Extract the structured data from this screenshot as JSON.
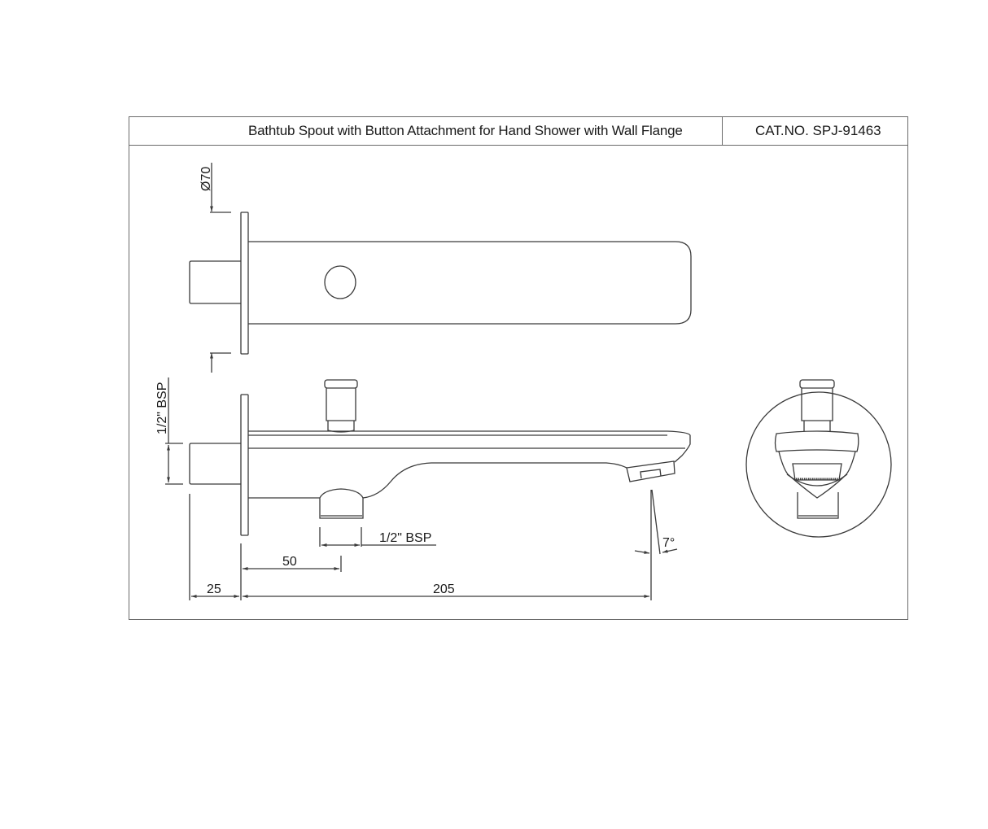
{
  "title_block": {
    "title": "Bathtub Spout with Button Attachment for Hand Shower with Wall Flange",
    "catalog_number": "CAT.NO. SPJ-91463"
  },
  "dimensions": {
    "flange_diameter": "Ø70",
    "inlet_thread": "1/2\" BSP",
    "outlet_thread": "1/2\" BSP",
    "outlet_offset": "50",
    "inlet_length": "25",
    "spout_projection": "205",
    "spout_angle": "7°"
  },
  "views": {
    "top_view": "plan",
    "side_view": "elevation",
    "front_view": "end-detail-circle"
  },
  "colors": {
    "line": "#3a3a3a",
    "frame": "#6a6a6a",
    "text": "#1a1a1a",
    "background": "#ffffff"
  }
}
